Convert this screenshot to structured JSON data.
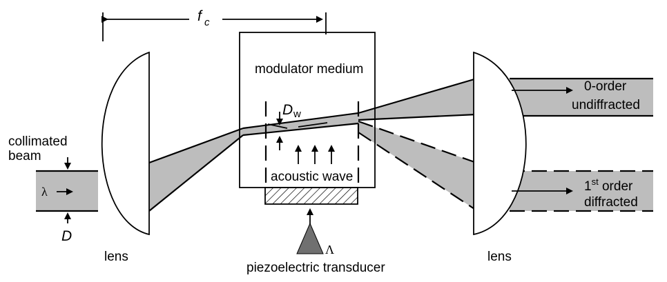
{
  "labels": {
    "focal": "f",
    "focal_sub": "c",
    "modulator": "modulator medium",
    "beam_width": "D",
    "beam_width_sub": "w",
    "collimated_1": "collimated",
    "collimated_2": "beam",
    "lambda": "λ",
    "diameter": "D",
    "acoustic": "acoustic wave",
    "lens_left": "lens",
    "lens_right": "lens",
    "transducer": "piezoelectric transducer",
    "big_lambda": "Λ",
    "zero_order_1": "0-order",
    "zero_order_2": "undiffracted",
    "first_order_num": "1",
    "first_order_sup": "st",
    "first_order_rest": " order",
    "first_order_2": "diffracted"
  },
  "colors": {
    "beam": "#bdbdbd",
    "transducer_tip": "#707070"
  }
}
